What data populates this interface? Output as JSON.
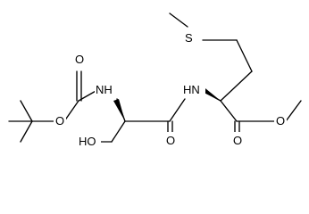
{
  "molecule": {
    "atoms": {
      "o_carbonyl_boc": "O",
      "nh_boc": "NH",
      "o_ester_boc": "O",
      "oh": "HO",
      "o_carbonyl_amide": "O",
      "nh_amide": "HN",
      "s_thioether": "S",
      "o_carbonyl_ester": "O",
      "o_methoxy": "O"
    }
  }
}
